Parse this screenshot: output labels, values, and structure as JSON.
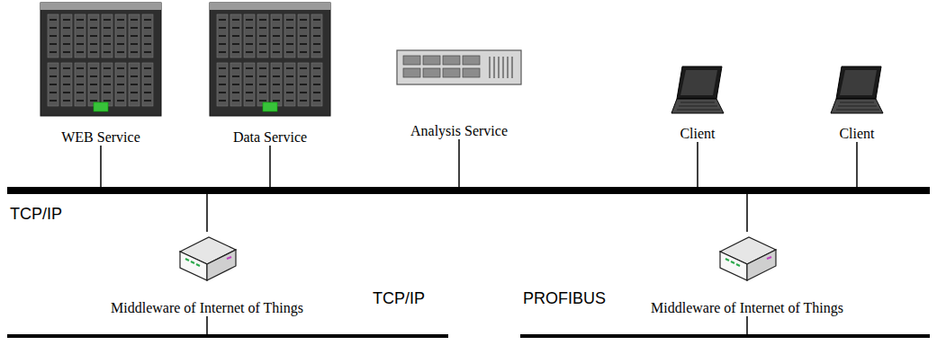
{
  "diagram": {
    "nodes": [
      {
        "text": [
          "WEB Service"
        ]
      },
      {
        "text": [
          "Data Service"
        ]
      },
      {
        "text": [
          "Analysis Service"
        ]
      },
      {
        "text": [
          "Client"
        ]
      },
      {
        "text": [
          "Client"
        ]
      },
      {
        "text": [
          "TCP/IP"
        ]
      },
      {
        "text": [
          "Middleware of Internet of Things"
        ]
      },
      {
        "text": [
          "Middleware of Internet of Things"
        ]
      },
      {
        "text": [
          "TCP/IP"
        ]
      },
      {
        "text": [
          "PROFIBUS"
        ]
      }
    ],
    "edges": [
      {
        "from": 0,
        "to": 5,
        "arrow": "none"
      },
      {
        "from": 1,
        "to": 5,
        "arrow": "none"
      },
      {
        "from": 2,
        "to": 5,
        "arrow": "none"
      },
      {
        "from": 3,
        "to": 5,
        "arrow": "none"
      },
      {
        "from": 4,
        "to": 5,
        "arrow": "none"
      },
      {
        "from": 6,
        "to": 5,
        "arrow": "none"
      },
      {
        "from": 6,
        "to": 8,
        "arrow": "none"
      },
      {
        "from": 7,
        "to": 5,
        "arrow": "none"
      },
      {
        "from": 7,
        "to": 9,
        "arrow": "none"
      }
    ]
  }
}
